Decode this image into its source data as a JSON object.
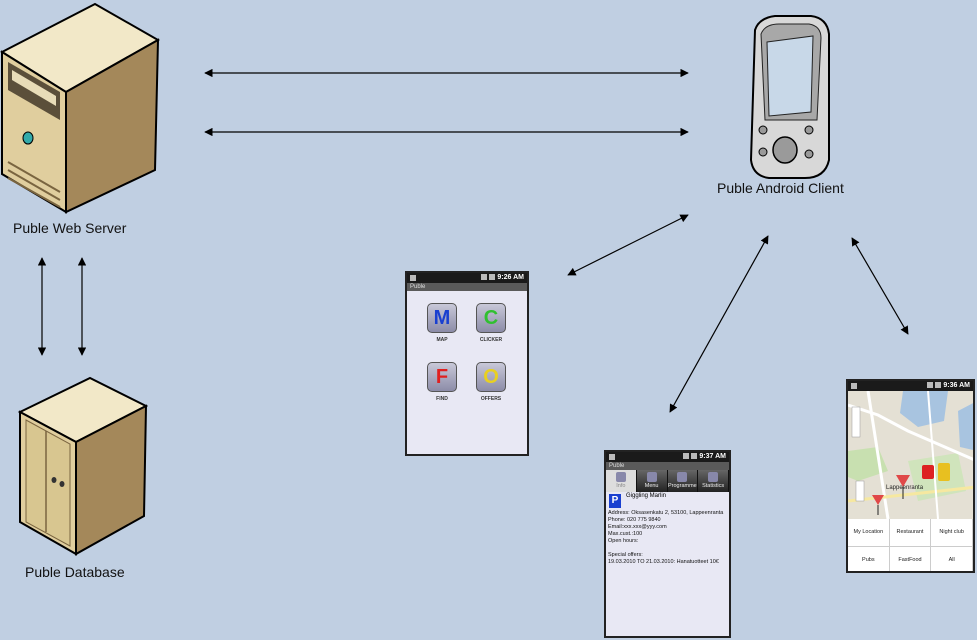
{
  "labels": {
    "web_server": "Puble Web Server",
    "database": "Puble Database",
    "android_client": "Puble Android Client"
  },
  "phone1": {
    "time": "9:26 AM",
    "title": "Puble",
    "tiles": [
      {
        "letter": "M",
        "label": "MAP",
        "color": "#1a40d0"
      },
      {
        "letter": "C",
        "label": "CLICKER",
        "color": "#30c030"
      },
      {
        "letter": "F",
        "label": "FIND",
        "color": "#e02020"
      },
      {
        "letter": "O",
        "label": "OFFERS",
        "color": "#e8d020"
      }
    ]
  },
  "phone2": {
    "time": "9:37 AM",
    "title": "Puble",
    "tabs": [
      "Info",
      "Menu",
      "Programme",
      "Statistics"
    ],
    "venue": "Giggling Marlin",
    "lines": [
      "Address: Oksasenkatu 2, 53100, Lappeenranta",
      "Phone:    020 775 9840",
      "Email:xxx.xxx@yyy.com",
      "Max.cust.:100",
      "Open hours:",
      "",
      "Special offers:",
      "19.03.2010 TO 21.03.2010:  Hanatuotteet 10€"
    ]
  },
  "phone3": {
    "time": "9:36 AM",
    "map_label": "Lappeenranta",
    "buttons": [
      "My Location",
      "Restaurant",
      "Night club",
      "Pubs",
      "FastFood",
      "All"
    ]
  },
  "colors": {
    "background": "#c0cfe2",
    "arrow": "#000000"
  }
}
